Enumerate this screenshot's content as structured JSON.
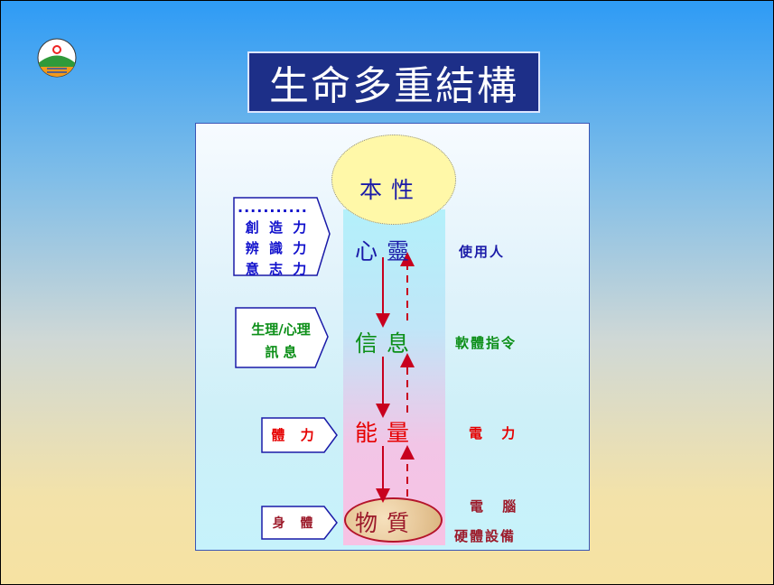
{
  "title": "生命多重結構",
  "levels": {
    "nature": "本 性",
    "mind": "心  靈",
    "info": "信  息",
    "energy": "能  量",
    "matter": "物  質"
  },
  "left_annotations": {
    "mind": [
      "創 造 力",
      "辨 識 力",
      "意 志 力"
    ],
    "info": [
      "生理/心理",
      "訊 息"
    ],
    "energy": "體 力",
    "matter": "身 體"
  },
  "right_labels": {
    "mind": "使用人",
    "info": "軟體指令",
    "energy": "電 力",
    "matter": [
      "電 腦",
      "硬體設備"
    ]
  },
  "colors": {
    "mind": "#1a1aa8",
    "info": "#0c8f18",
    "energy": "#e60000",
    "matter": "#9c1a2a",
    "arrow": "#c8001e",
    "title_bg": "#1d2f88"
  },
  "icons": {
    "logo": "sun-over-hill-logo-icon"
  }
}
